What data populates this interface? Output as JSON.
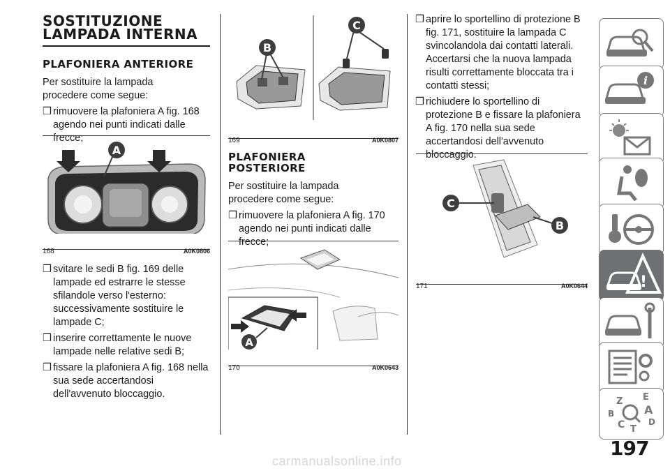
{
  "page_title_line1": "SOSTITUZIONE",
  "page_title_line2": "LAMPADA INTERNA",
  "front": {
    "heading": "PLAFONIERA ANTERIORE",
    "intro": "Per sostituire la lampada procedere come segue:",
    "steps_before": [
      "rimuovere la plafoniera A fig. 168 agendo nei punti indicati dalle frecce;"
    ],
    "steps_after": [
      "svitare le sedi B fig. 169 delle lampade ed estrarre le stesse sfilandole verso l'esterno: successivamente sostituire le lampade C;",
      "inserire correttamente le nuove lampade nelle relative sedi B;",
      "fissare la plafoniera A fig. 168 nella sua sede accertandosi dell'avvenuto bloccaggio."
    ]
  },
  "rear": {
    "heading_line1": "PLAFONIERA",
    "heading_line2": "POSTERIORE",
    "intro": "Per sostituire la lampada procedere come segue:",
    "steps": [
      "rimuovere la plafoniera A fig. 170 agendo nei punti indicati dalle frecce;"
    ]
  },
  "right_steps": [
    "aprire lo sportellino di protezione B fig. 171, sostituire la lampada C svincolandola dai contatti laterali. Accertarsi che la nuova lampada risulti correttamente bloccata tra i contatti stessi;",
    "richiudere lo sportellino di protezione B e fissare la plafoniera A fig. 170 nella sua sede accertandosi dell'avvenuto bloccaggio."
  ],
  "bullet_glyph": "❒",
  "figures": {
    "f168": {
      "number": "168",
      "code": "A0K0806",
      "callouts": [
        "A"
      ]
    },
    "f169": {
      "number": "169",
      "code": "A0K0807",
      "callouts": [
        "B",
        "C"
      ]
    },
    "f170": {
      "number": "170",
      "code": "A0K0643",
      "callouts": [
        "A"
      ]
    },
    "f171": {
      "number": "171",
      "code": "A0K0644",
      "callouts": [
        "C",
        "B"
      ]
    }
  },
  "side_tabs": {
    "icons": [
      "car-search-icon",
      "car-info-icon",
      "warning-lights-icon",
      "airbag-seat-icon",
      "steering-key-icon",
      "breakdown-triangle-icon",
      "car-tools-icon",
      "spec-sheet-icon",
      "alphabet-index-icon"
    ],
    "active_index": 5
  },
  "side_tab_letters": [
    "Z",
    "E",
    "A",
    "B",
    "C",
    "T",
    "D"
  ],
  "page_number": "197",
  "watermark": "carmanualsonline.info",
  "colors": {
    "accent": "#6f7072",
    "text": "#1a1a1a",
    "callout": "#3d3d3d"
  }
}
